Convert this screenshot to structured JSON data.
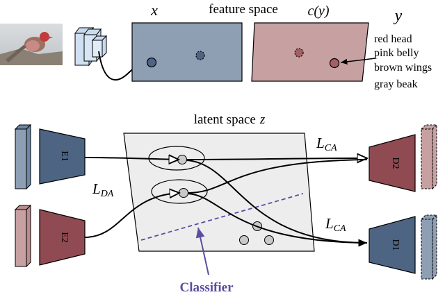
{
  "top": {
    "x_label": "x",
    "feature_space_label": "feature space",
    "cy_label": "c(y)",
    "y_label": "y",
    "attributes": [
      "red head",
      "pink belly",
      "brown wings",
      "gray beak"
    ]
  },
  "bottom": {
    "latent_label": "latent space",
    "latent_var": "z",
    "encoder1": "E1",
    "encoder2": "E2",
    "decoder2": "D2",
    "decoder1": "D1",
    "loss_da_main": "L",
    "loss_da_sub": "DA",
    "loss_ca_main": "L",
    "loss_ca_sub": "CA",
    "classifier_label": "Classifier"
  },
  "colors": {
    "x_plane": "#8e9eb3",
    "cy_plane": "#c7a0a2",
    "encoder1": "#4d6482",
    "encoder2": "#8f4a52",
    "decoder2": "#8f4a52",
    "decoder1": "#4d6482",
    "latent_plane": "#ededed",
    "classifier": "#5a4ea0"
  },
  "icons": {
    "photo": "bird-photo",
    "cnn": "cnn-layers-icon"
  }
}
